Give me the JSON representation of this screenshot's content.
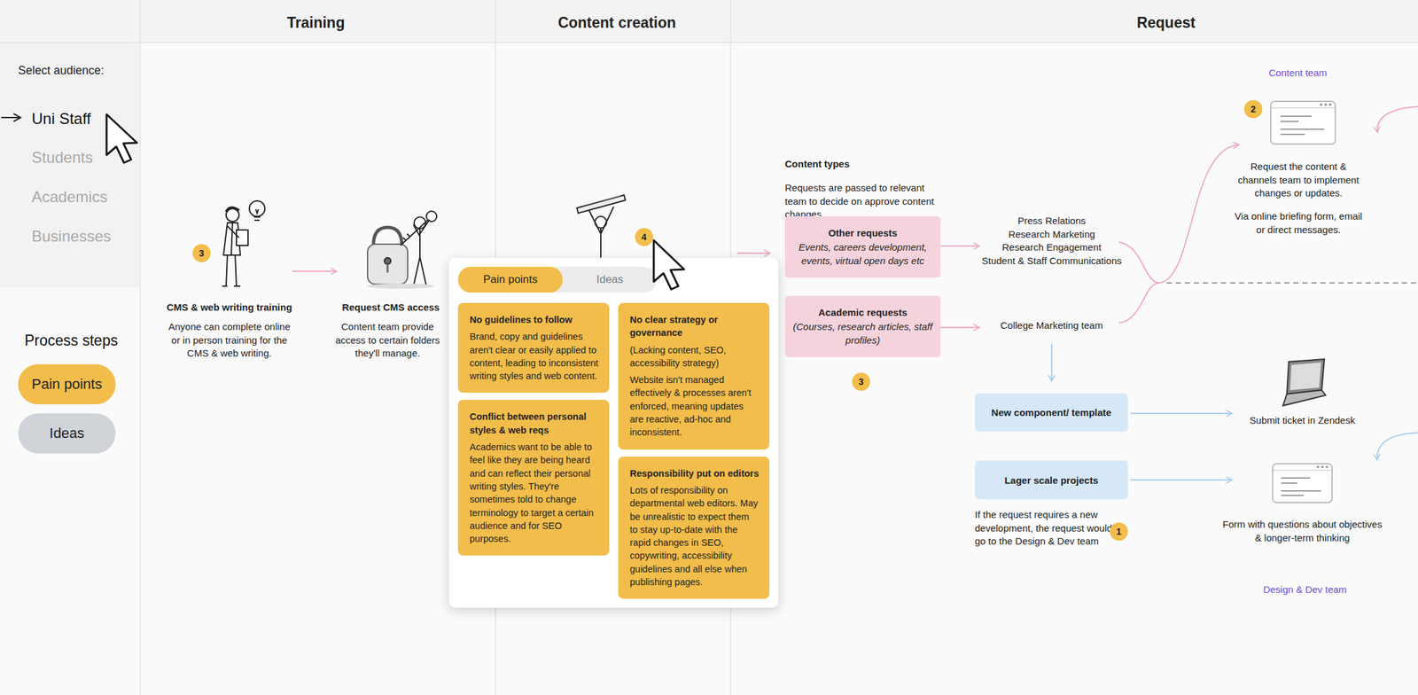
{
  "diagram": {
    "nodes": [
      {
        "text": [
          "Pain points"
        ]
      },
      {
        "text": [
          "Ideas"
        ]
      },
      {
        "text": []
      },
      {
        "text": [
          "Pain points"
        ],
        "in": 2
      },
      {
        "text": [
          "Ideas"
        ],
        "in": 2
      },
      {
        "text": [
          "No guidelines to follow",
          "Brand, copy and guidelines aren't clear or easily applied to content, leading to inconsistent writing styles and web content."
        ],
        "in": 2
      },
      {
        "text": [
          "No clear strategy or governance",
          "(Lacking content, SEO, accessibility strategy)",
          "Website isn't managed effectively & processes aren't enforced, meaning updates are reactive, ad-hoc and inconsistent."
        ],
        "in": 2
      },
      {
        "text": [
          "Conflict between personal styles & web reqs",
          "Academics want to be able to feel like they are being heard and can reflect their personal writing styles. They're sometimes told to change terminology to target a certain audience and for SEO purposes."
        ],
        "in": 2
      },
      {
        "text": [
          "Responsibility put on editors",
          "Lots of responsibility on departmental web editors. May be unrealistic to expect them to stay up-to-date with the rapid changes in SEO, copywriting, accessibility guidelines and all else when publishing pages."
        ],
        "in": 2
      },
      {
        "text": [
          "Other requests",
          "Events, careers development, events, virtual open days etc"
        ]
      },
      {
        "text": [
          "Academic requests",
          "(Courses, research articles, staff profiles)"
        ]
      },
      {
        "text": [
          "New component/ template"
        ]
      },
      {
        "text": [
          "Lager scale projects"
        ]
      }
    ],
    "labels": [
      "Training",
      "Content creation",
      "Request",
      "Select audience:",
      "Uni Staff",
      "Students",
      "Academics",
      "Businesses",
      "Process steps",
      "3",
      "CMS & web writing training",
      "Anyone can complete online or in person training for the CMS & web writing.",
      "Request CMS access",
      "Content team provide access to certain folders they'll manage.",
      "4",
      "Content types",
      "Requests are passed to relevant team to decide on approve content changes.",
      "Press Relations",
      "Research Marketing",
      "Research Engagement",
      "Student & Staff Communications",
      "College Marketing team",
      "3",
      "If the request requires a new development, the request would go to the Design & Dev team",
      "1",
      "Content team",
      "2",
      "Request the content & channels team to implement changes or updates.",
      "Via online briefing form, email or direct messages.",
      "Submit ticket in Zendesk",
      "Form with questions about objectives & longer-term thinking",
      "Design & Dev team"
    ]
  }
}
